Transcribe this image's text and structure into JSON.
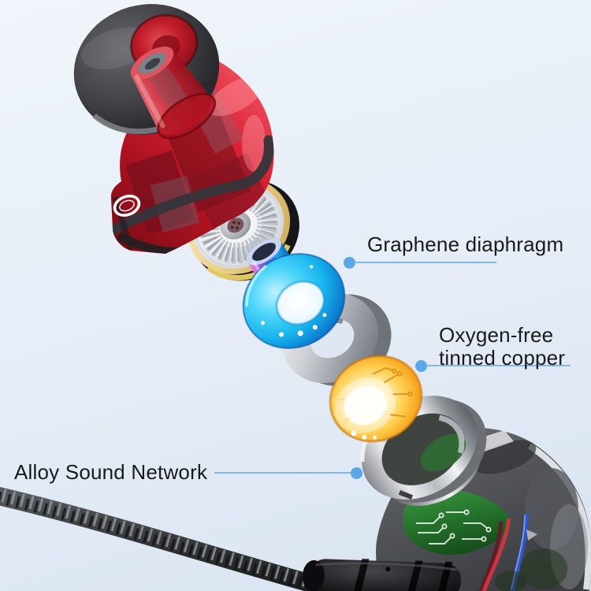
{
  "annotations": [
    {
      "id": "graphene",
      "text": "Graphene diaphragm"
    },
    {
      "id": "copper",
      "text": "Oxygen-free tinned copper",
      "lines": [
        "Oxygen-free",
        "tinned copper"
      ]
    },
    {
      "id": "alloy",
      "text": "Alloy Sound Network"
    }
  ],
  "parts": [
    "silicone-ear-tip",
    "sound-nozzle",
    "transparent-red-shell",
    "driver-unit",
    "voice-coil-tube",
    "graphene-diaphragm-ring",
    "magnet-spacer-ring",
    "copper-coil-disc",
    "alloy-sound-network-tube",
    "rear-housing",
    "circuit-board",
    "signal-wires",
    "strain-relief",
    "braided-cable"
  ],
  "colors": {
    "label_text": "#1a1a1c",
    "callout_line": "#7fb7e8",
    "callout_dot": "#58a8e8",
    "background_top": "#f0f5fb",
    "background_bottom": "#d9e4f1",
    "shell_red": "#c41825",
    "diaphragm_cyan": "#18bdf0",
    "coil_gold": "#f5a31c",
    "metal_silver": "#b9bdc3",
    "pcb_green": "#2e7d33",
    "cable_black": "#2c2e31"
  }
}
